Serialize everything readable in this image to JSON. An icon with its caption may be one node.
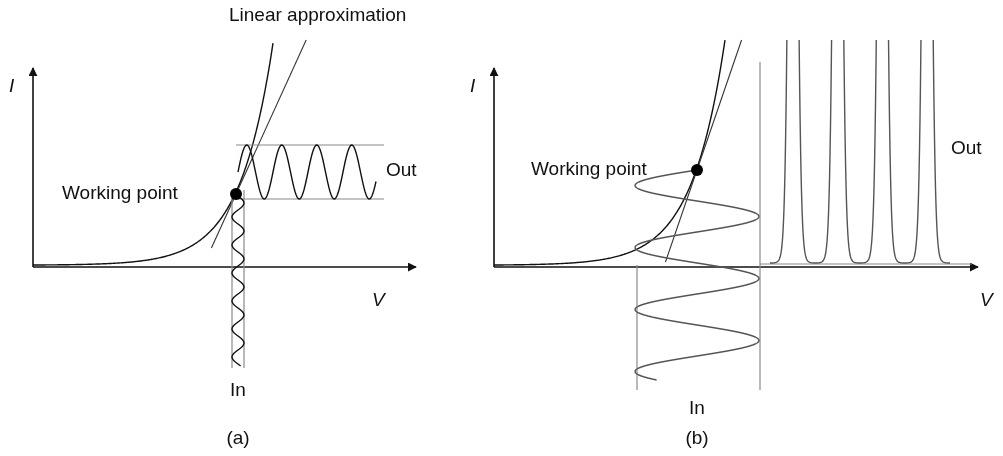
{
  "diagram": {
    "labels": [
      "Linear approximation",
      "I",
      "Working point",
      "Out",
      "V",
      "In",
      "(a)",
      "I",
      "Working point",
      "Out",
      "V",
      "In",
      "(b)"
    ]
  }
}
